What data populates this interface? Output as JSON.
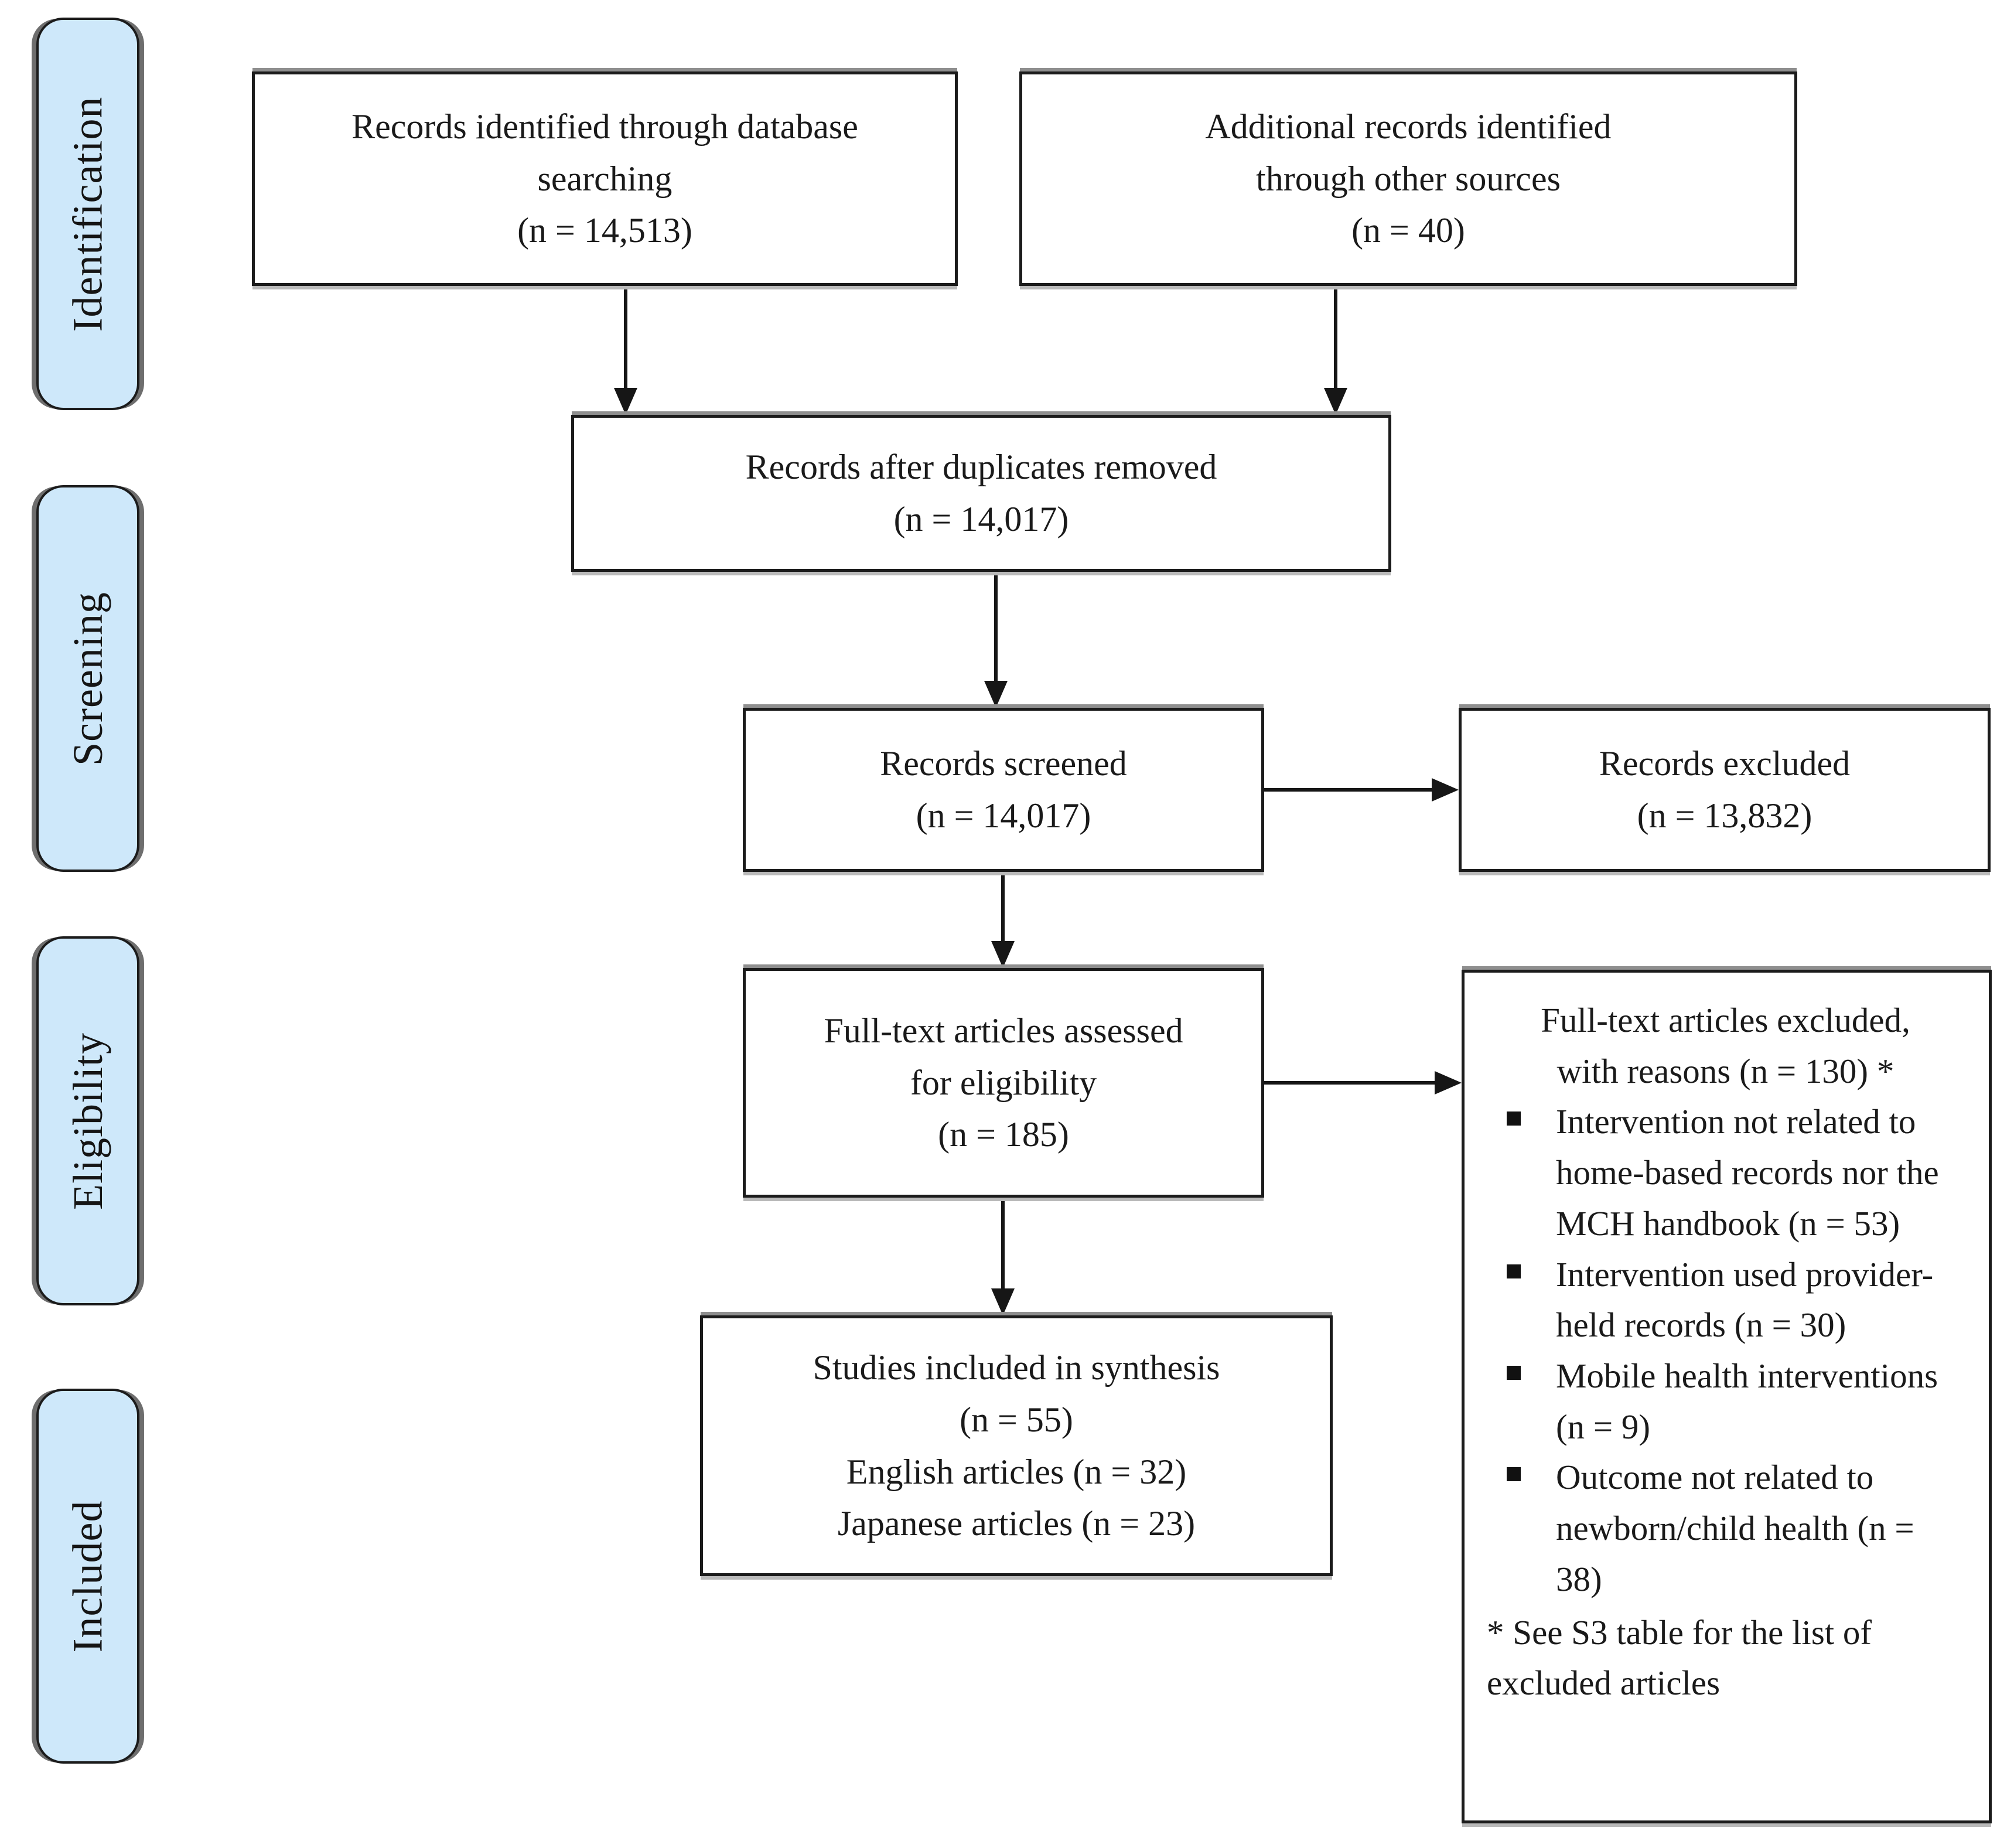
{
  "palette": {
    "stage_fill": "#cee8fa",
    "border": "#1b1b1b",
    "arrow": "#161616",
    "shadow": "#8f8f8f"
  },
  "stages": [
    {
      "label": "Identification"
    },
    {
      "label": "Screening"
    },
    {
      "label": "Eligibility"
    },
    {
      "label": "Included"
    }
  ],
  "boxes": {
    "identified": {
      "text": "Records identified through database\nsearching\n(n = 14,513)"
    },
    "additional": {
      "text": "Additional records identified\nthrough other sources\n(n = 40)"
    },
    "deduplicated": {
      "text": "Records after duplicates removed\n(n = 14,017)"
    },
    "screened": {
      "text": "Records screened\n(n = 14,017)"
    },
    "excluded": {
      "text": "Records excluded\n(n = 13,832)"
    },
    "fulltext": {
      "text": "Full-text articles assessed\nfor eligibility\n(n = 185)"
    },
    "included_synthesis": {
      "text": "Studies included in synthesis\n(n = 55)\nEnglish articles (n = 32)\nJapanese articles (n = 23)"
    },
    "fulltext_excluded": {
      "title": "Full-text articles excluded,\nwith reasons (n = 130) *",
      "bullets": [
        "Intervention not related to home-based records nor the MCH handbook (n = 53)",
        "Intervention used provider-held records (n = 30)",
        "Mobile health interventions (n = 9)",
        "Outcome not related to newborn/child health (n = 38)"
      ],
      "footnote": "* See S3 table for the list of\nexcluded articles"
    }
  }
}
